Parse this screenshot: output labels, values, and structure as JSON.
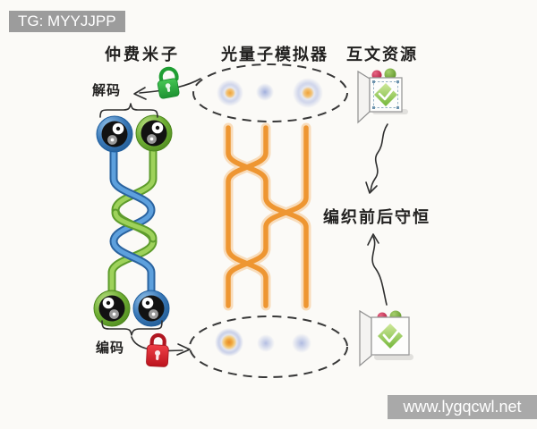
{
  "watermarks": {
    "telegram": "TG: MYYJJPP",
    "website": "www.lygqcwl.net"
  },
  "headers": {
    "left": "仲费米子",
    "middle": "光量子模拟器",
    "right": "互文资源"
  },
  "left_panel": {
    "decode_label": "解码",
    "encode_label": "编码"
  },
  "right_panel": {
    "conservation_label": "编织前后守恒"
  },
  "icons": {
    "open_lock": "green-open-padlock-icon",
    "closed_lock": "red-closed-padlock-icon",
    "particles": "yin-yang-sphere-icon",
    "photon_clouds": "photon-probability-cloud",
    "resource_box": "open-box-checkmark-icon",
    "selection_frame": "selection-handles-frame"
  },
  "colors": {
    "strand_blue": "#3f7fc1",
    "strand_green": "#7fbf45",
    "waveguide_orange": "#ee9632",
    "lock_green": "#2eae3c",
    "lock_red": "#d6232c",
    "diamond_green": "#8dc63f",
    "badge_gray": "#9c9c9c",
    "dash_stroke": "#383838",
    "background": "#fbfaf7"
  }
}
